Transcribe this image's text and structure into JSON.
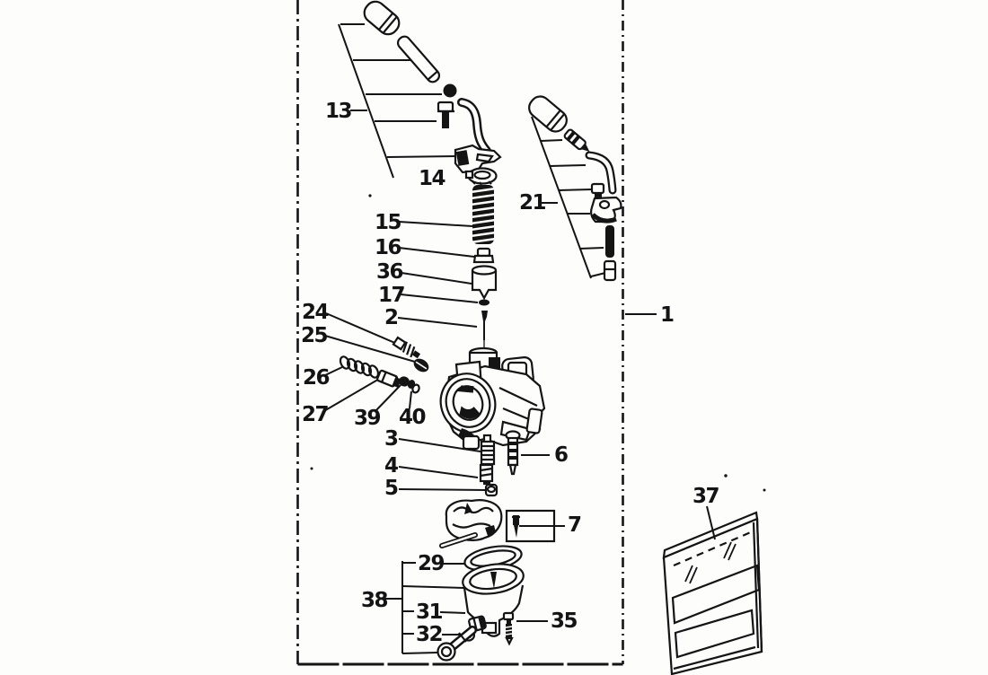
{
  "figure": {
    "type": "exploded-parts-diagram",
    "subject": "carburetor assembly",
    "ink_color": "#141414",
    "paper_color": "#fdfdfc"
  },
  "callouts": {
    "1": "1",
    "2": "2",
    "3": "3",
    "4": "4",
    "5": "5",
    "6": "6",
    "7": "7",
    "13": "13",
    "14": "14",
    "15": "15",
    "16": "16",
    "17": "17",
    "21": "21",
    "24": "24",
    "25": "25",
    "26": "26",
    "27": "27",
    "29": "29",
    "31": "31",
    "32": "32",
    "35": "35",
    "36": "36",
    "37": "37",
    "38": "38",
    "39": "39",
    "40": "40"
  }
}
